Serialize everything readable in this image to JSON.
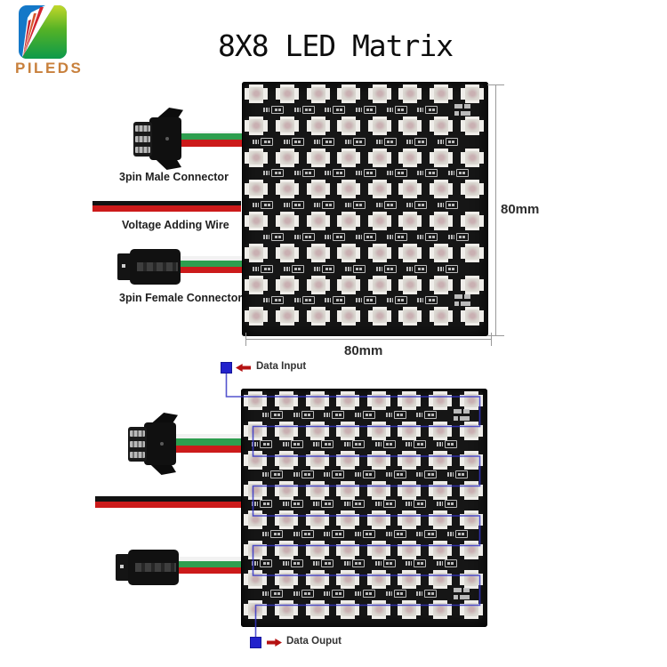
{
  "brand": {
    "name": "PILEDS"
  },
  "title": "8X8 LED Matrix",
  "top_diagram": {
    "label_male_connector": "3pin Male Connector",
    "label_voltage_wire": "Voltage Adding Wire",
    "label_female_connector": "3pin Female Connector",
    "dim_height": "80mm",
    "dim_width": "80mm"
  },
  "bottom_diagram": {
    "label_data_input": "Data Input",
    "label_data_output": "Data Ouput"
  },
  "matrix": {
    "rows": 8,
    "cols": 8
  },
  "colors": {
    "pcb_black": "#161616",
    "led_body": "#efede9",
    "data_path_blue": "#3535c5",
    "marker_blue": "#2222cc",
    "arrow_red": "#b51212",
    "wire_red": "#cc1a1a",
    "wire_green": "#2e9e4f",
    "wire_white": "#f2f2f2",
    "wire_black": "#121212",
    "brand_orange": "#c8803c"
  }
}
